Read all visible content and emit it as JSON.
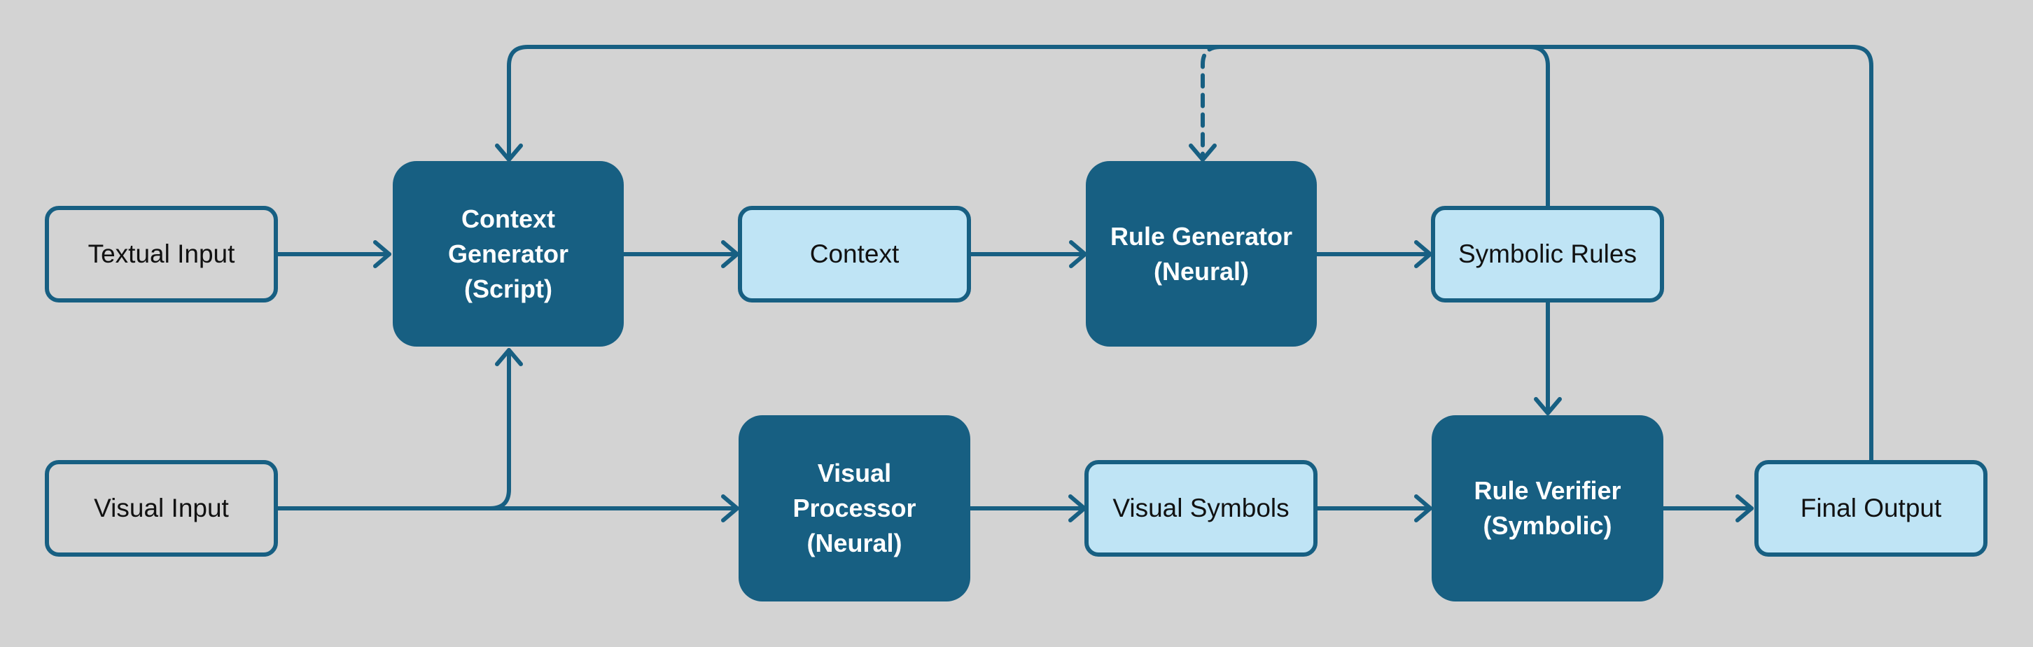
{
  "diagram": {
    "nodes": {
      "textual_input": "Textual Input",
      "visual_input": "Visual Input",
      "context_generator": "Context\nGenerator\n(Script)",
      "context": "Context",
      "visual_processor": "Visual\nProcessor\n(Neural)",
      "rule_generator": "Rule Generator\n(Neural)",
      "visual_symbols": "Visual Symbols",
      "symbolic_rules": "Symbolic Rules",
      "rule_verifier": "Rule Verifier\n(Symbolic)",
      "final_output": "Final Output"
    },
    "edges": [
      {
        "from": "textual_input",
        "to": "context_generator",
        "style": "solid"
      },
      {
        "from": "visual_input",
        "to": "context_generator",
        "style": "solid"
      },
      {
        "from": "visual_input",
        "to": "visual_processor",
        "style": "solid"
      },
      {
        "from": "context_generator",
        "to": "context",
        "style": "solid"
      },
      {
        "from": "context",
        "to": "rule_generator",
        "style": "solid"
      },
      {
        "from": "rule_generator",
        "to": "symbolic_rules",
        "style": "solid"
      },
      {
        "from": "visual_processor",
        "to": "visual_symbols",
        "style": "solid"
      },
      {
        "from": "visual_symbols",
        "to": "rule_verifier",
        "style": "solid"
      },
      {
        "from": "symbolic_rules",
        "to": "rule_verifier",
        "style": "solid"
      },
      {
        "from": "rule_verifier",
        "to": "final_output",
        "style": "solid"
      },
      {
        "from": "final_output",
        "to": "context_generator",
        "style": "solid"
      },
      {
        "from": "symbolic_rules",
        "to": "context_generator",
        "style": "solid"
      },
      {
        "from": "feedback_loop",
        "to": "rule_generator",
        "style": "dashed"
      }
    ],
    "colors": {
      "background": "#d3d3d3",
      "process_fill": "#175f82",
      "data_fill": "#bfe4f5",
      "stroke": "#175f82"
    }
  }
}
